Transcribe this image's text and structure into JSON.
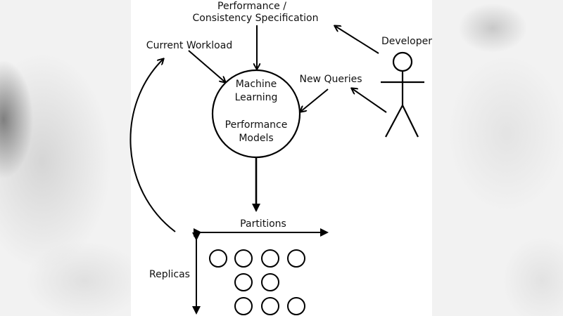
{
  "labels": {
    "spec_line1": "Performance /",
    "spec_line2": "Consistency Specification",
    "current_workload": "Current Workload",
    "developer": "Developer",
    "new_queries": "New Queries",
    "model_line1": "Machine",
    "model_line2": "Learning",
    "model_line3": "Performance",
    "model_line4": "Models",
    "partitions": "Partitions",
    "replicas": "Replicas"
  },
  "replica_grid": {
    "rows": [
      4,
      2,
      3
    ]
  }
}
